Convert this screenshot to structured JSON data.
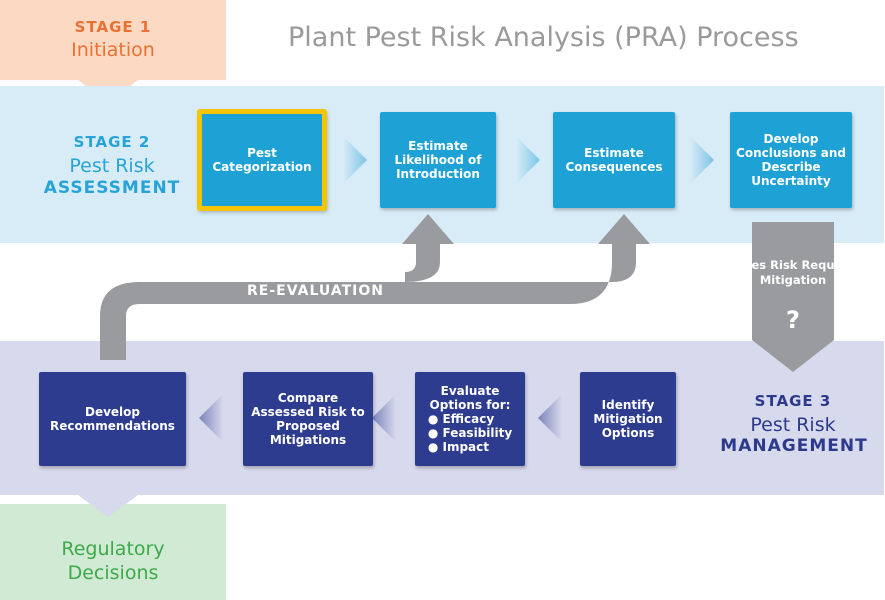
{
  "title": "Plant Pest Risk Analysis (PRA) Process",
  "stage1": {
    "heading": "STAGE 1",
    "subtitle": "Initiation"
  },
  "stage2": {
    "heading": "STAGE 2",
    "line1": "Pest Risk",
    "line2": "ASSESSMENT",
    "steps": [
      {
        "label": "Pest Categorization"
      },
      {
        "label": "Estimate Likelihood of Introduction"
      },
      {
        "label": "Estimate Consequences"
      },
      {
        "label": "Develop Conclusions and Describe Uncertainty"
      }
    ]
  },
  "decision": {
    "label": "Does Risk Require Mitigation",
    "mark": "?"
  },
  "reevaluation": {
    "label": "RE-EVALUATION"
  },
  "stage3": {
    "heading": "STAGE 3",
    "line1": "Pest Risk",
    "line2": "MANAGEMENT",
    "steps": [
      {
        "label": "Identify Mitigation Options"
      },
      {
        "label": "Evaluate Options for:",
        "bullets": [
          "● Efficacy",
          "● Feasibility",
          "● Impact"
        ]
      },
      {
        "label": "Compare Assessed Risk to Proposed Mitigations"
      },
      {
        "label": "Develop Recommendations"
      }
    ]
  },
  "outcome": {
    "line1": "Regulatory",
    "line2": "Decisions"
  },
  "colors": {
    "stage1": "#ea7133",
    "stage2": "#27a3d8",
    "stage3": "#2c3a8c",
    "outcome": "#3ea94a",
    "highlight": "#f6c400",
    "arrow": "#9a9b9e"
  }
}
